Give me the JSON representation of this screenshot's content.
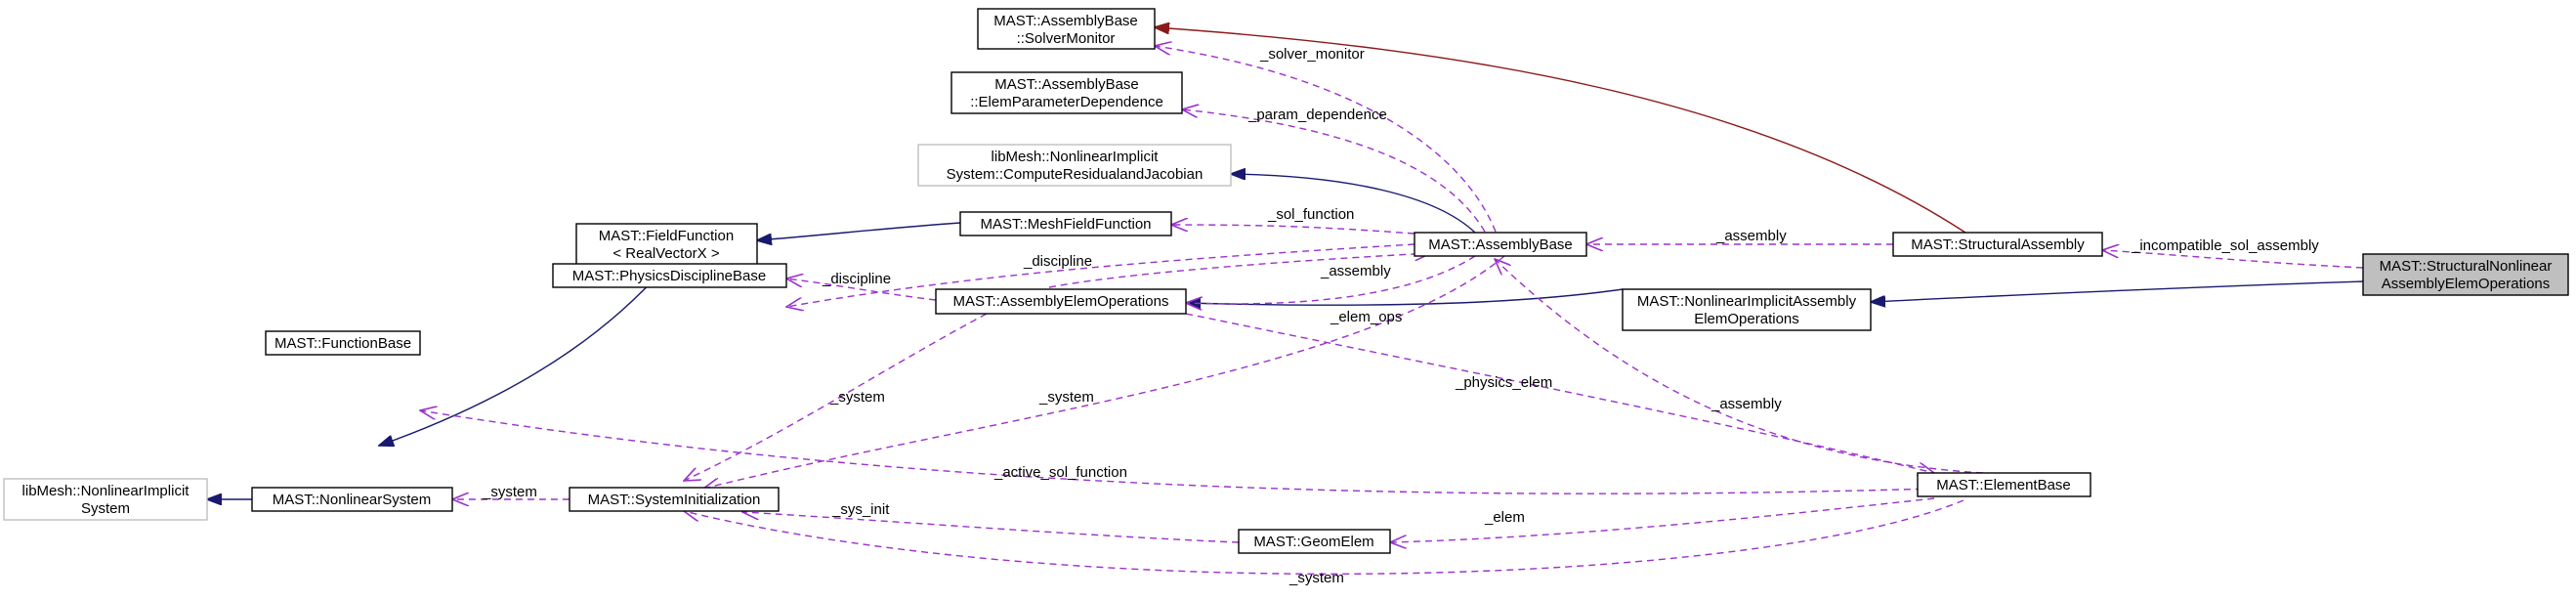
{
  "colors": {
    "inheritance": "#191970",
    "usage": "#9a32cd",
    "protected_inheritance": "#8b1a1a",
    "external_border": "#bfbfbf",
    "focus_fill": "#bfbfbf"
  },
  "nodes": {
    "solver_monitor": [
      "MAST::AssemblyBase",
      "::SolverMonitor"
    ],
    "elem_param_dep": [
      "MAST::AssemblyBase",
      "::ElemParameterDependence"
    ],
    "compute_residual": [
      "libMesh::NonlinearImplicit",
      "System::ComputeResidualandJacobian"
    ],
    "mesh_field_function": [
      "MAST::MeshFieldFunction"
    ],
    "field_function": [
      "MAST::FieldFunction",
      "< RealVectorX >"
    ],
    "assembly_base": [
      "MAST::AssemblyBase"
    ],
    "structural_assembly": [
      "MAST::StructuralAssembly"
    ],
    "structural_nonlinear": [
      "MAST::StructuralNonlinear",
      "AssemblyElemOperations"
    ],
    "physics_discipline_base": [
      "MAST::PhysicsDisciplineBase"
    ],
    "assembly_elem_operations": [
      "MAST::AssemblyElemOperations"
    ],
    "nonlinear_implicit_assembly": [
      "MAST::NonlinearImplicitAssembly",
      "ElemOperations"
    ],
    "function_base": [
      "MAST::FunctionBase"
    ],
    "libmesh_nonlinear_implicit": [
      "libMesh::NonlinearImplicit",
      "System"
    ],
    "nonlinear_system": [
      "MAST::NonlinearSystem"
    ],
    "system_initialization": [
      "MAST::SystemInitialization"
    ],
    "element_base": [
      "MAST::ElementBase"
    ],
    "geom_elem": [
      "MAST::GeomElem"
    ]
  },
  "edge_labels": {
    "solver_monitor": "_solver_monitor",
    "param_dependence": "_param_dependence",
    "sol_function": "_sol_function",
    "discipline_ab": "_discipline",
    "assembly_aeo": "_assembly",
    "assembly_sa": "_assembly",
    "incompatible": "_incompatible_sol_assembly",
    "discipline_aeo": "_discipline",
    "elem_ops": "_elem_ops",
    "assembly_eb": "_assembly",
    "system_aeo": "_system",
    "system_ab": "_system",
    "physics_elem": "_physics_elem",
    "active_sol_function": "_active_sol_function",
    "system_ns": "_system",
    "sys_init": "_sys_init",
    "elem": "_elem",
    "system_eb": "_system"
  }
}
